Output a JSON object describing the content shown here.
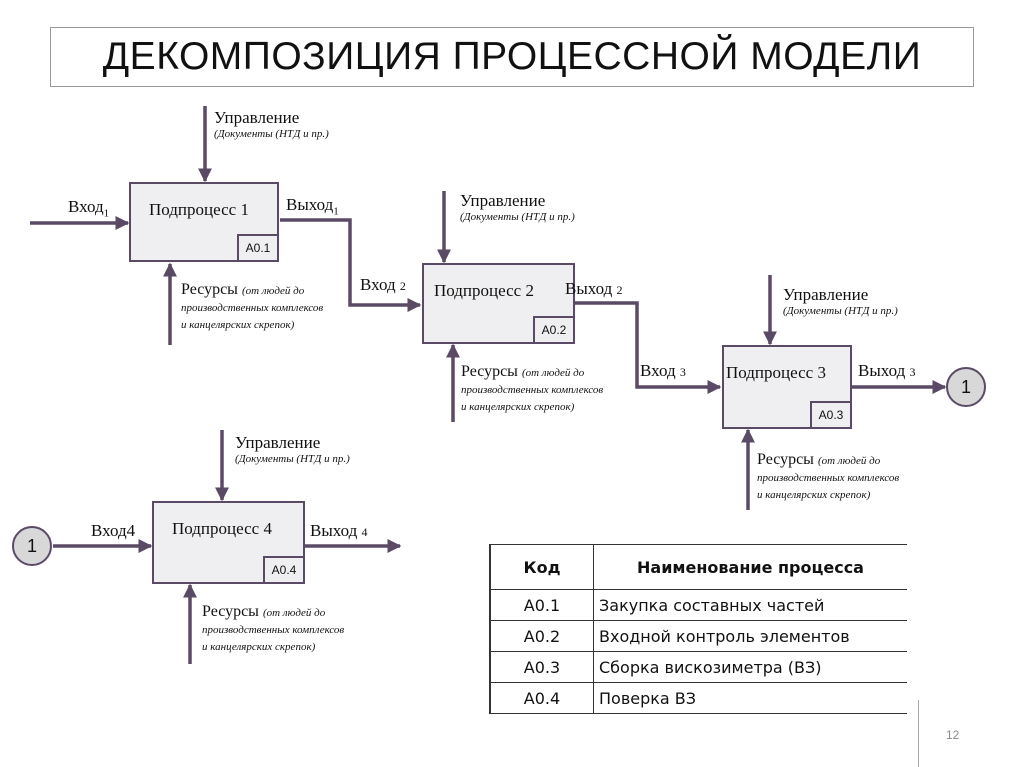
{
  "title": "ДЕКОМПОЗИЦИЯ ПРОЦЕССНОЙ МОДЕЛИ",
  "page_number": "12",
  "connector_label": "1",
  "processes": [
    {
      "name": "Подпроцесс 1",
      "code": "А0.1",
      "input": {
        "label": "Вход",
        "sub": "1"
      },
      "output": {
        "label": "Выход",
        "sub": "1"
      },
      "control": {
        "label": "Управление",
        "note": "(Документы (НТД и пр.)"
      },
      "resources": {
        "label": "Ресурсы",
        "note": "(от людей до производственных комплексов и канцелярских скрепок)"
      }
    },
    {
      "name": "Подпроцесс 2",
      "code": "А0.2",
      "input": {
        "label": "Вход",
        "sub": "2"
      },
      "output": {
        "label": "Выход",
        "sub": "2"
      },
      "control": {
        "label": "Управление",
        "note": "(Документы (НТД и пр.)"
      },
      "resources": {
        "label": "Ресурсы",
        "note": "(от людей до производственных комплексов и канцелярских скрепок)"
      }
    },
    {
      "name": "Подпроцесс 3",
      "code": "А0.3",
      "input": {
        "label": "Вход",
        "sub": "3"
      },
      "output": {
        "label": "Выход",
        "sub": "3"
      },
      "control": {
        "label": "Управление",
        "note": "(Документы (НТД и пр.)"
      },
      "resources": {
        "label": "Ресурсы",
        "note": "(от людей до производственных комплексов и канцелярских скрепок)"
      }
    },
    {
      "name": "Подпроцесс 4",
      "code": "А0.4",
      "input": {
        "label": "Вход4",
        "sub": ""
      },
      "output": {
        "label": "Выход",
        "sub": "4"
      },
      "control": {
        "label": "Управление",
        "note": "(Документы (НТД и пр.)"
      },
      "resources": {
        "label": "Ресурсы",
        "note": "(от людей до производственных комплексов и канцелярских скрепок)"
      }
    }
  ],
  "table": {
    "headers": [
      "Код",
      "Наименование процесса"
    ],
    "rows": [
      [
        "А0.1",
        "Закупка составных частей"
      ],
      [
        "А0.2",
        "Входной контроль элементов"
      ],
      [
        "А0.3",
        "Сборка вискозиметра (ВЗ)"
      ],
      [
        "А0.4",
        "Поверка ВЗ"
      ]
    ]
  },
  "colors": {
    "arrow": "#5b4a66",
    "box_fill": "#efeef0",
    "connector_fill": "#d8d8d8"
  }
}
